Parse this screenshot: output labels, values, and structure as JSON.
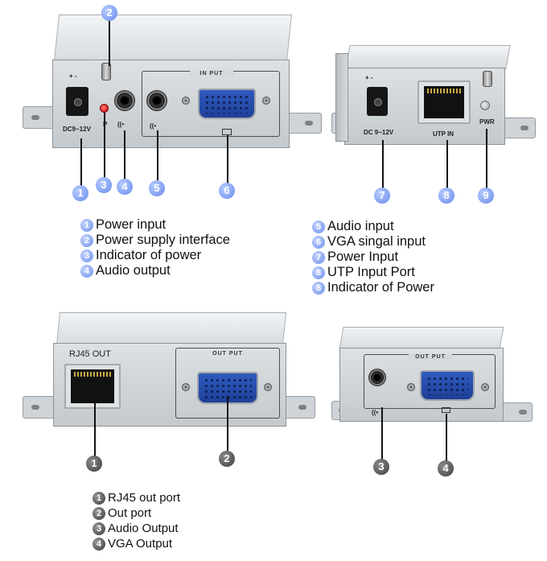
{
  "device1": {
    "dc_label": "DC9~12V",
    "polarity": "+ -",
    "p_label": "P",
    "panel_label": "IN PUT",
    "audio_icon": "((•"
  },
  "device2": {
    "dc_label": "DC 9~12V",
    "utp_label": "UTP IN",
    "pwr_label": "PWR"
  },
  "device3": {
    "rj45_label": "RJ45 OUT",
    "panel_label": "OUT PUT"
  },
  "device4": {
    "panel_label": "OUT PUT"
  },
  "callouts_top": [
    "1",
    "2",
    "3",
    "4",
    "5",
    "6",
    "7",
    "8",
    "9"
  ],
  "callouts_bottom": [
    "1",
    "2",
    "3",
    "4"
  ],
  "legend_top_left": [
    {
      "num": "1",
      "text": "Power input"
    },
    {
      "num": "2",
      "text": "Power supply interface"
    },
    {
      "num": "3",
      "text": "Indicator of power"
    },
    {
      "num": "4",
      "text": "Audio output"
    }
  ],
  "legend_top_right": [
    {
      "num": "5",
      "text": "Audio input"
    },
    {
      "num": "6",
      "text": "VGA singal input"
    },
    {
      "num": "7",
      "text": "Power Input"
    },
    {
      "num": "8",
      "text": "UTP Input Port"
    },
    {
      "num": "8",
      "text": "Indicator of Power"
    }
  ],
  "legend_bottom": [
    {
      "num": "1",
      "text": "RJ45 out port"
    },
    {
      "num": "2",
      "text": "Out port"
    },
    {
      "num": "3",
      "text": "Audio Output"
    },
    {
      "num": "4",
      "text": "VGA Output"
    }
  ],
  "colors": {
    "callout_blue": "#7f9ef2",
    "callout_dark": "#555555",
    "vga_blue": "#2f5bbf",
    "led_red": "#d81b1b"
  }
}
